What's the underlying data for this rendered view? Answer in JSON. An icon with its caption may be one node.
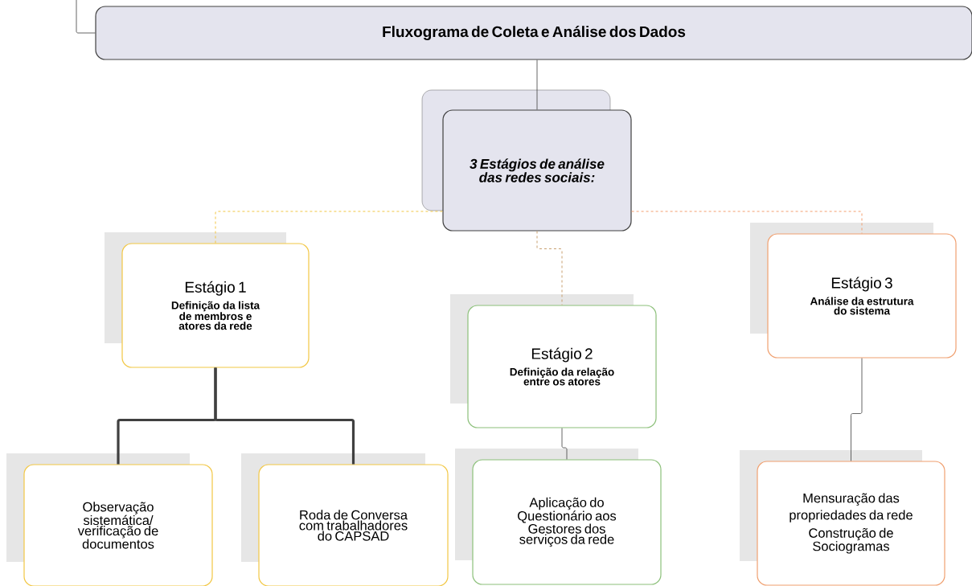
{
  "diagram": {
    "nodes": [
      {
        "text": [
          "Fluxograma de Coleta e Análise dos Dados"
        ]
      },
      {
        "text": [
          "3 Estágios de análise das redes sociais:"
        ]
      },
      {
        "text": [
          "Estágio 1",
          "Definição da lista de membros e atores da rede"
        ]
      },
      {
        "text": [
          "Estágio 2",
          "Definição da relação entre os atores"
        ]
      },
      {
        "text": [
          "Estágio 3",
          "Análise da estrutura do sistema"
        ]
      },
      {
        "text": [
          "Observação sistemática/ verificação de documentos"
        ]
      },
      {
        "text": [
          "Roda de Conversa com trabalhadores do CAPSAD"
        ]
      },
      {
        "text": [
          "Aplicação do Questionário aos Gestores dos serviços da rede"
        ]
      },
      {
        "text": [
          "Mensuração das propriedades da rede",
          "Construção de Sociogramas"
        ]
      }
    ],
    "edges": [
      {
        "from": null,
        "to": 0,
        "arrow": "none"
      },
      {
        "from": 0,
        "to": 1,
        "arrow": "none"
      },
      {
        "from": 1,
        "to": 2,
        "arrow": "none",
        "style": "dashed",
        "color": "#f2c744"
      },
      {
        "from": 1,
        "to": 3,
        "arrow": "none",
        "style": "dashed",
        "color": "#c8a070"
      },
      {
        "from": 1,
        "to": 4,
        "arrow": "none",
        "style": "dashed",
        "color": "#f4a070"
      },
      {
        "from": 2,
        "to": 5,
        "arrow": "none",
        "style": "thick"
      },
      {
        "from": 2,
        "to": 6,
        "arrow": "none",
        "style": "thick"
      },
      {
        "from": 3,
        "to": 7,
        "arrow": "none"
      },
      {
        "from": 4,
        "to": 8,
        "arrow": "none"
      }
    ]
  }
}
